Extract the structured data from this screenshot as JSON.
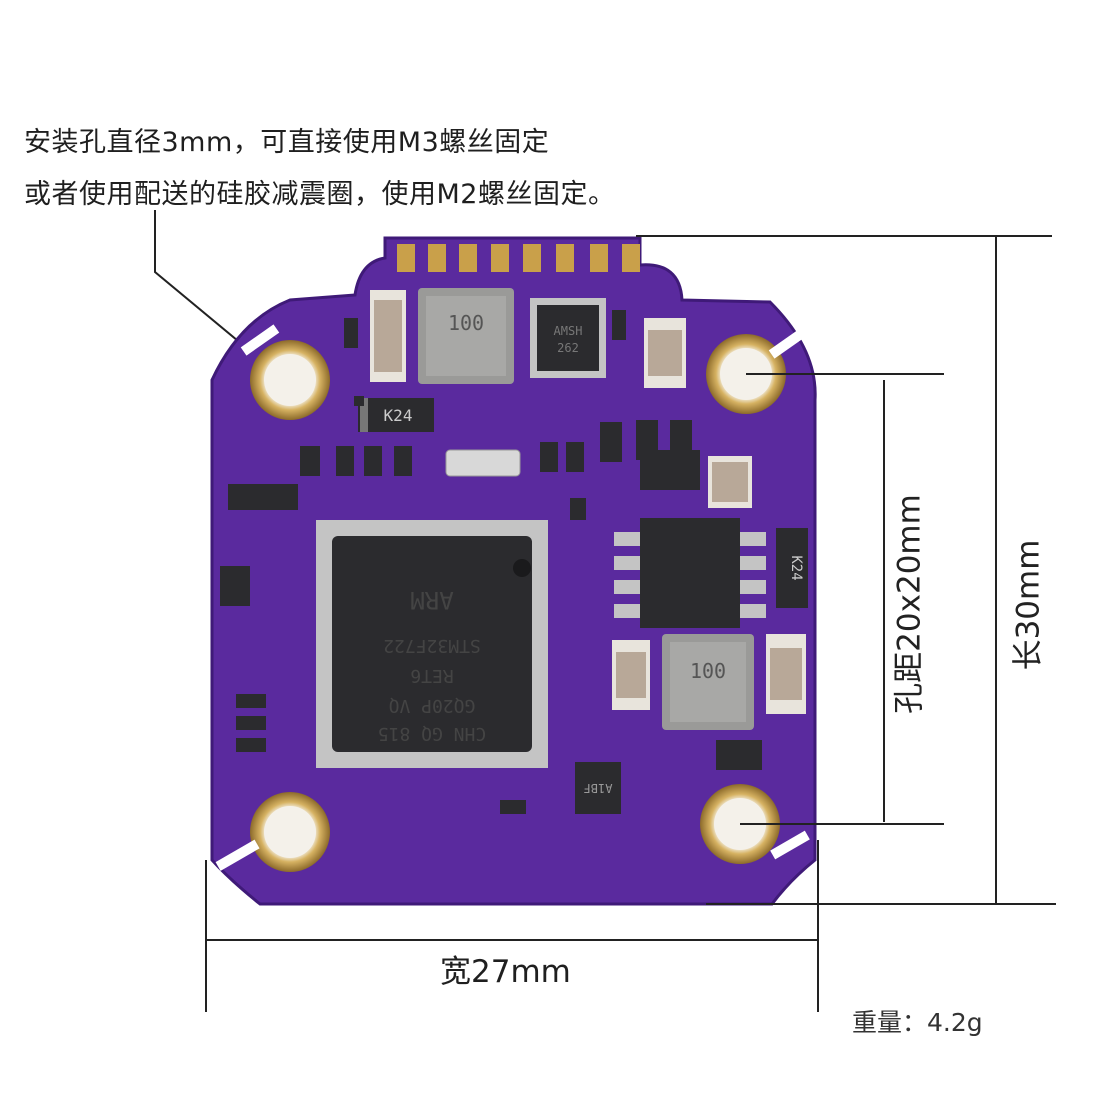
{
  "notes": {
    "mount_hole": "安装孔直径3mm，可直接使用M3螺丝固定",
    "damper": "或者使用配送的硅胶减震圈，使用M2螺丝固定。"
  },
  "dimensions": {
    "width": "宽27mm",
    "length": "长30mm",
    "hole_spacing": "孔距20x20mm",
    "weight": "重量：4.2g"
  },
  "board": {
    "mcu_text": [
      "ARM",
      "STM32F722",
      "RET6",
      "GQ20P VQ",
      "CHN GQ 815"
    ],
    "inductor_text": "100",
    "diode_text": "K24",
    "chip_text": [
      "AMSH",
      "262"
    ],
    "regulator_text": "A1BF",
    "colors": {
      "pcb": "#5a2a9e",
      "pcb_dark": "#3f1a78",
      "pad_gold": "#c9a04a",
      "chip": "#2b2b2e",
      "inductor": "#9a9a98"
    }
  }
}
